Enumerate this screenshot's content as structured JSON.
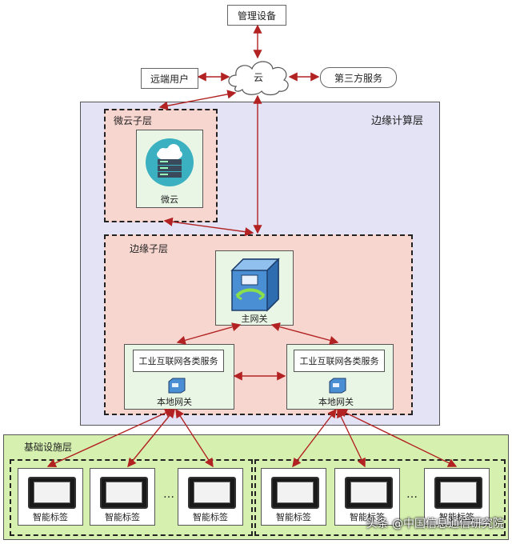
{
  "top": {
    "management": "管理设备",
    "cloud": "云",
    "remote_user": "远端用户",
    "third_party": "第三方服务"
  },
  "edge_layer": {
    "title": "边缘计算层",
    "micro_cloud_sublayer": {
      "title": "微云子层",
      "node_label": "微云"
    },
    "edge_sublayer": {
      "title": "边缘子层",
      "main_gateway": "主网关",
      "left_service": "工业互联网各类服务",
      "left_gateway": "本地网关",
      "right_service": "工业互联网各类服务",
      "right_gateway": "本地网关"
    }
  },
  "infra_layer": {
    "title": "基础设施层",
    "tags": [
      "智能标签",
      "智能标签",
      "智能标签",
      "智能标签",
      "智能标签",
      "智能标签"
    ],
    "ellipsis": "…"
  },
  "watermark": "头条 @中国信息通信研究院",
  "colors": {
    "arrow": "#b22222",
    "edge_layer_bg": "#e3e3f5",
    "sublayer_bg": "#f8d6d0",
    "infra_bg": "#d6f0b0",
    "node_bg": "#e9f6e6",
    "cloud_teal": "#3ab0c0"
  }
}
